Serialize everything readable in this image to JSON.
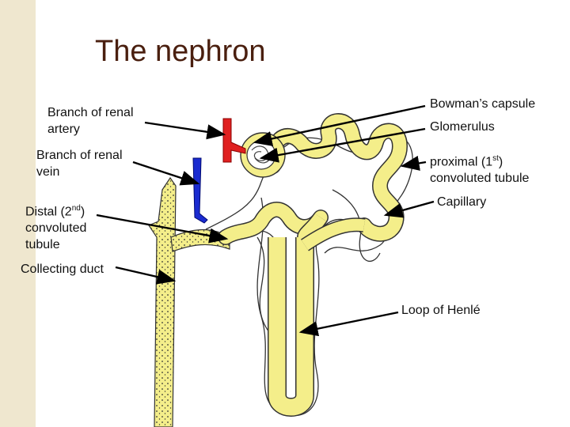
{
  "title": "The nephron",
  "labels": {
    "artery": "Branch of renal artery",
    "vein": "Branch of renal vein",
    "distal_pre": "Distal (2",
    "distal_sup": "nd",
    "distal_post": ") convoluted tubule",
    "collecting": "Collecting duct",
    "bowman": "Bowman’s capsule",
    "glomerulus": "Glomerulus",
    "proximal_pre": "proximal (1",
    "proximal_sup": "st",
    "proximal_post": ") convoluted tubule",
    "capillary": "Capillary",
    "loop": "Loop of Henlé"
  },
  "colors": {
    "tubule": "#f4ee8a",
    "artery": "#e02020",
    "vein": "#1a2bd0",
    "title": "#4a1f0f",
    "side_strip": "#efe7cf"
  }
}
